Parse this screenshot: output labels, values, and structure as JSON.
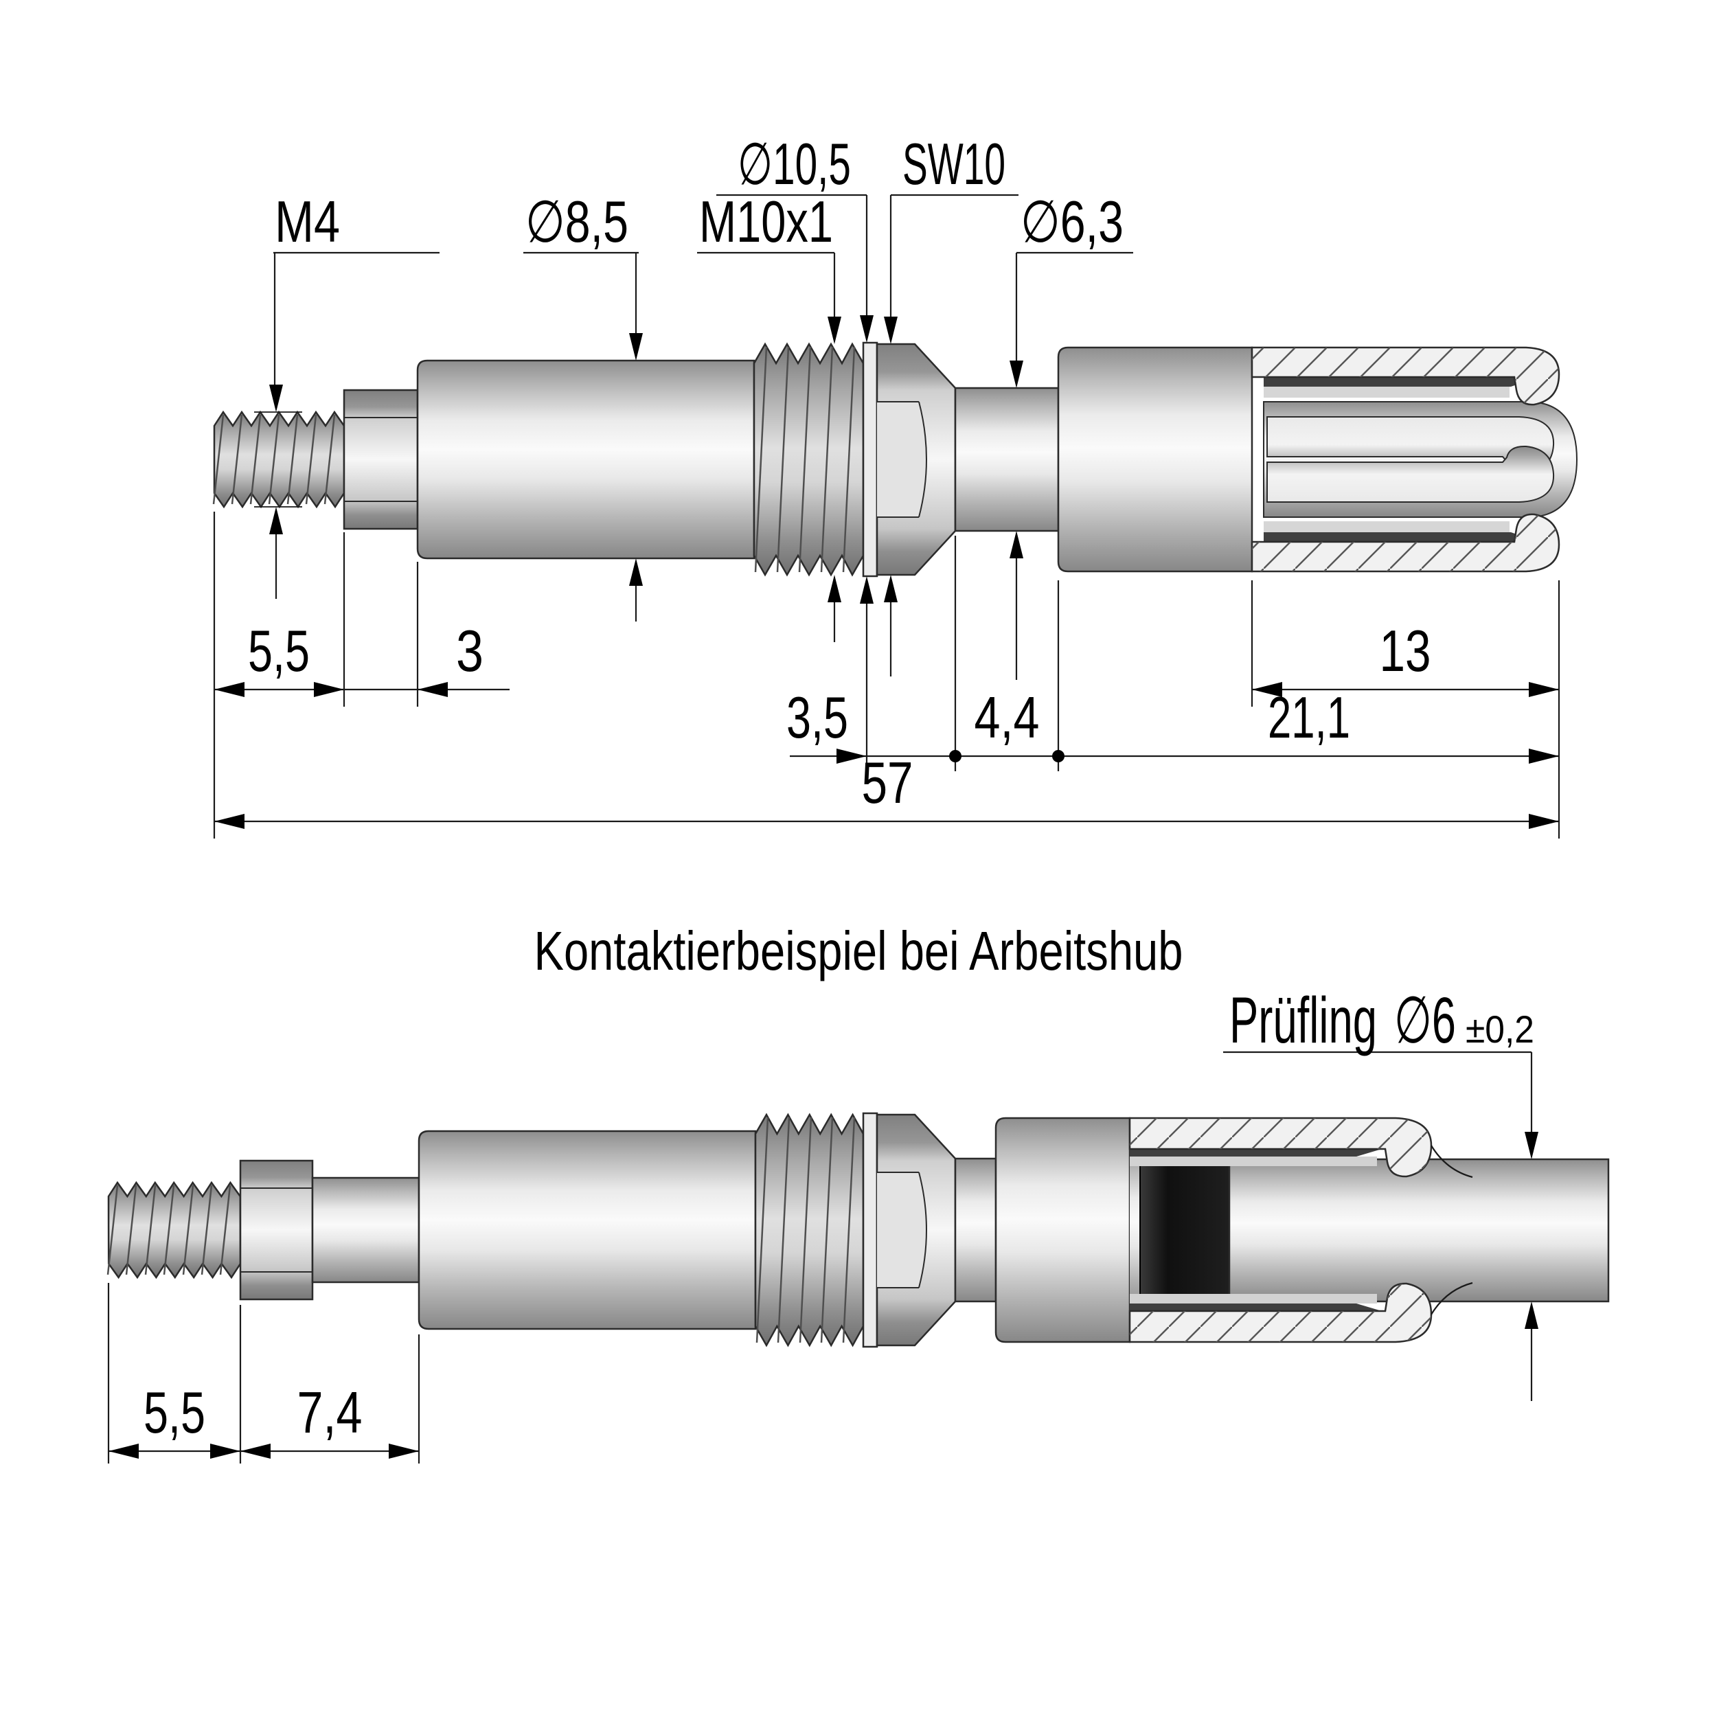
{
  "title": "Kontaktierbeispiel bei Arbeitshub",
  "top_view": {
    "callouts": {
      "m4": "M4",
      "d8_5": "∅8,5",
      "m10x1": "M10x1",
      "d10_5": "∅10,5",
      "sw10": "SW10",
      "d6_3": "∅6,3"
    },
    "dims": {
      "thread_len": "5,5",
      "hex_len": "3",
      "collar_len": "3,5",
      "neck_len": "4,4",
      "collet_len": "13",
      "front_len": "21,1",
      "total_len": "57"
    }
  },
  "bottom_view": {
    "pruefling": {
      "label": "Prüfling",
      "dia": "∅6",
      "tol": "±0,2"
    },
    "dims": {
      "thread_len": "5,5",
      "stroke_len": "7,4"
    }
  }
}
